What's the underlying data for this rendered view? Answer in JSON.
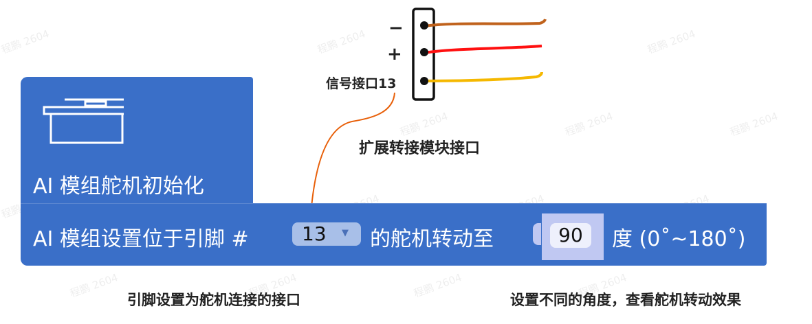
{
  "watermark": "程鹏 2604",
  "connector": {
    "minus_label": "−",
    "plus_label": "+",
    "signal_label": "信号接口13",
    "caption": "扩展转接模块接口",
    "wire_colors": [
      "#c0621c",
      "#ff1010",
      "#f5b800"
    ]
  },
  "init_block": {
    "label": "AI 模组舵机初始化",
    "icon": "servo-icon"
  },
  "set_block": {
    "prefix": "AI 模组设置位于引脚 #",
    "pin_value": "13",
    "middle": "的舵机转动至",
    "angle_value": "90",
    "suffix": "度 (0˚~180˚)"
  },
  "captions": {
    "pin_note": "引脚设置为舵机连接的接口",
    "angle_note": "设置不同的角度，查看舵机转动效果"
  },
  "colors": {
    "block": "#3a6fc8",
    "arrow": "#e8600a"
  }
}
